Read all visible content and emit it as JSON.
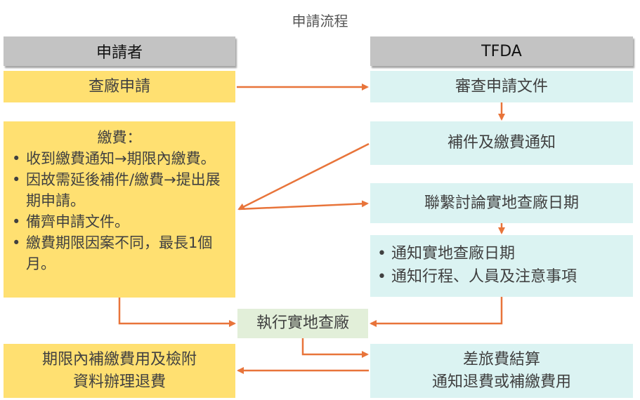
{
  "title": "申請流程",
  "headers": {
    "applicant": "申請者",
    "tfda": "TFDA"
  },
  "applicant": {
    "inspection_request": "查廠申請",
    "fee": {
      "heading": "繳費：",
      "items": [
        "收到繳費通知→期限內繳費。",
        "因故需延後補件/繳費→提出展期申請。",
        "備齊申請文件。",
        "繳費期限因案不同，最長1個月。"
      ]
    },
    "final": [
      "期限內補繳費用及檢附",
      "資料辦理退費"
    ]
  },
  "tfda": {
    "review": "審查申請文件",
    "supplement_notice": "補件及繳費通知",
    "contact": "聯繫討論實地查廠日期",
    "notices": [
      "通知實地查廠日期",
      "通知行程、人員及注意事項"
    ],
    "settlement": [
      "差旅費結算",
      "通知退費或補繳費用"
    ]
  },
  "shared": {
    "execute": "執行實地查廠"
  },
  "colors": {
    "header": "#c3c3c3",
    "applicant": "#ffe071",
    "tfda": "#dbf3f2",
    "execute": "#e2efd9",
    "arrow": "#e8743a"
  }
}
